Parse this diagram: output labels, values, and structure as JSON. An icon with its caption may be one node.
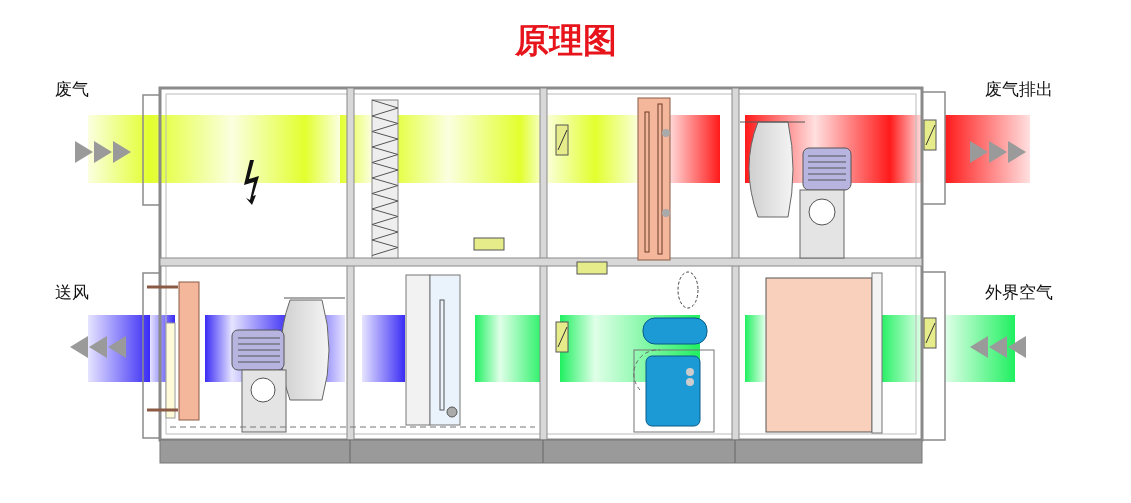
{
  "diagram": {
    "title": "原理图",
    "labels": [
      "废气",
      "废气排出",
      "送风",
      "外界空气"
    ]
  }
}
